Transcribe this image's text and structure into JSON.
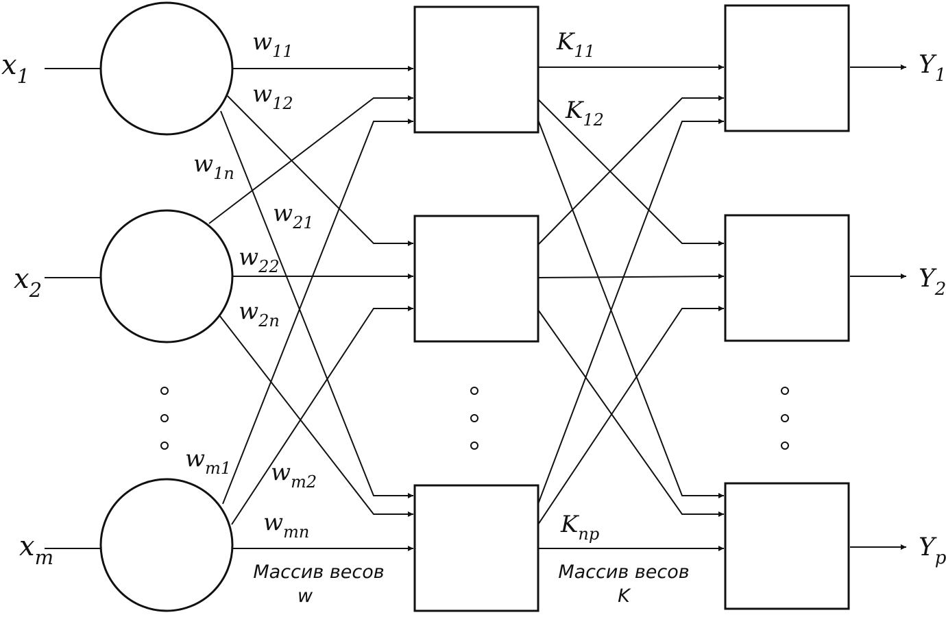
{
  "inputs": [
    {
      "base": "x",
      "sub": "1"
    },
    {
      "base": "x",
      "sub": "2"
    },
    {
      "base": "x",
      "sub": "m"
    }
  ],
  "outputs": [
    {
      "base": "Y",
      "sub": "1"
    },
    {
      "base": "Y",
      "sub": "2"
    },
    {
      "base": "Y",
      "sub": "p"
    }
  ],
  "weights_w": [
    {
      "base": "w",
      "sub": "11"
    },
    {
      "base": "w",
      "sub": "12"
    },
    {
      "base": "w",
      "sub": "1n"
    },
    {
      "base": "w",
      "sub": "21"
    },
    {
      "base": "w",
      "sub": "22"
    },
    {
      "base": "w",
      "sub": "2n"
    },
    {
      "base": "w",
      "sub": "m1"
    },
    {
      "base": "w",
      "sub": "m2"
    },
    {
      "base": "w",
      "sub": "mn"
    }
  ],
  "weights_k": [
    {
      "base": "K",
      "sub": "11"
    },
    {
      "base": "K",
      "sub": "12"
    },
    {
      "base": "K",
      "sub": "np"
    }
  ],
  "captions": {
    "w_array": {
      "line1": "Массив весов",
      "line2": "w"
    },
    "k_array": {
      "line1": "Массив весов",
      "line2": "K"
    }
  }
}
